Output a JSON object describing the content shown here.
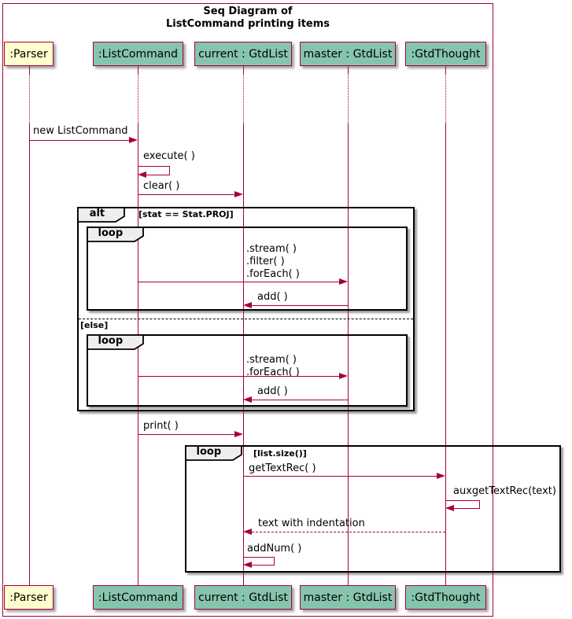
{
  "title": {
    "line1": "Seq Diagram of",
    "line2": "ListCommand printing items"
  },
  "participants": [
    {
      "id": "parser",
      "label": ":Parser",
      "fill": "#FEFECE"
    },
    {
      "id": "listcommand",
      "label": ":ListCommand",
      "fill": "#86C5AD"
    },
    {
      "id": "current-gtdlist",
      "label": "current : GtdList",
      "fill": "#86C5AD"
    },
    {
      "id": "master-gtdlist",
      "label": "master : GtdList",
      "fill": "#86C5AD"
    },
    {
      "id": "gtdthought",
      "label": ":GtdThought",
      "fill": "#86C5AD"
    }
  ],
  "messages": {
    "new_listcommand": "new ListCommand",
    "execute": "execute( )",
    "clear": "clear( )",
    "stream_filter_foreach": {
      "lines": [
        ".stream( )",
        ".filter( )",
        ".forEach( )"
      ]
    },
    "add1": "add( )",
    "stream_foreach": {
      "lines": [
        ".stream( )",
        ".forEach( )"
      ]
    },
    "add2": "add( )",
    "print": "print( )",
    "get_text_rec": "getTextRec( )",
    "aux_get_text_rec": "auxgetTextRec(text)",
    "text_with_indentation": "text with indentation",
    "add_num": "addNum( )"
  },
  "frames": {
    "alt": {
      "label": "alt",
      "guard": "[stat == Stat.PROJ]",
      "else_label": "[else]"
    },
    "loop_proj": {
      "label": "loop"
    },
    "loop_else": {
      "label": "loop"
    },
    "loop_print": {
      "label": "loop",
      "guard": "[list.size()]"
    }
  },
  "colors": {
    "line": "#A80036",
    "frame_border": "#000000",
    "tab_fill": "#EEEEEE",
    "parser_fill": "#FEFECE",
    "object_fill": "#86C5AD"
  }
}
